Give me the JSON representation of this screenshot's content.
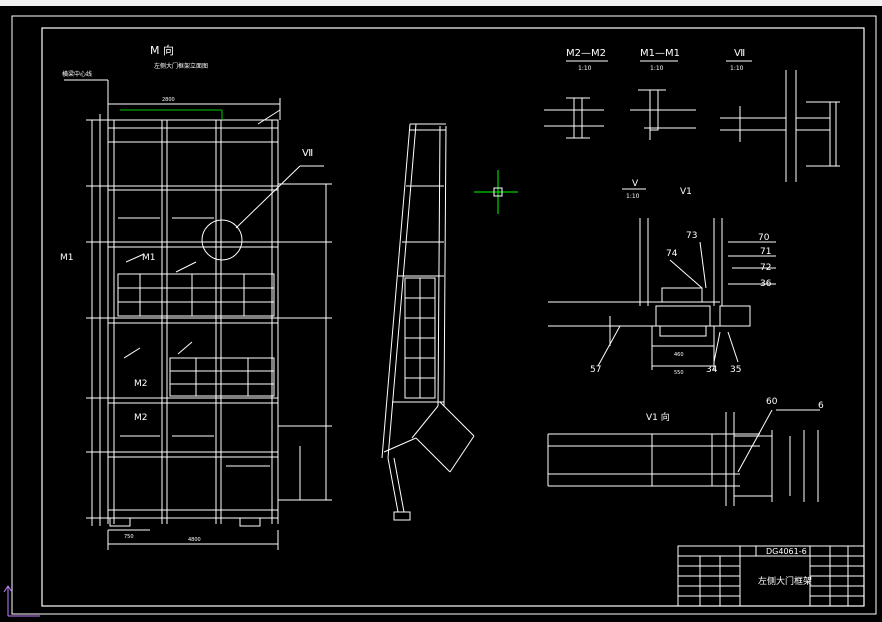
{
  "drawing": {
    "colors": {
      "background": "#000000",
      "line": "#ffffff",
      "accent_green": "#00c800",
      "crosshair": "#00ff00",
      "ucs": "#c080ff"
    },
    "main_view": {
      "title": "M 向",
      "note": "左侧大门框架立面图",
      "side_label": "横梁中心线"
    },
    "section_labels": {
      "m2": {
        "name": "M2—M2",
        "scale": "1:10"
      },
      "m1": {
        "name": "M1—M1",
        "scale": "1:10"
      },
      "vii": {
        "name": "Ⅶ",
        "scale": "1:10"
      },
      "v": {
        "name": "V",
        "scale": "1:10"
      },
      "vi": {
        "name": "V1"
      },
      "vi_view": {
        "name": "V1 向"
      }
    },
    "markers": {
      "m1": "M1",
      "m2": "M2",
      "vii_callout": "Ⅶ"
    },
    "dims": {
      "d2800": "2800",
      "d4800": "4800",
      "d750": "750",
      "d460": "460",
      "d550": "550"
    },
    "part_numbers": [
      "73",
      "74",
      "70",
      "71",
      "72",
      "36",
      "57",
      "34",
      "35",
      "60",
      "6"
    ],
    "title_block": {
      "drawing_no": "DG4061-6",
      "title": "左侧大门框架"
    }
  }
}
